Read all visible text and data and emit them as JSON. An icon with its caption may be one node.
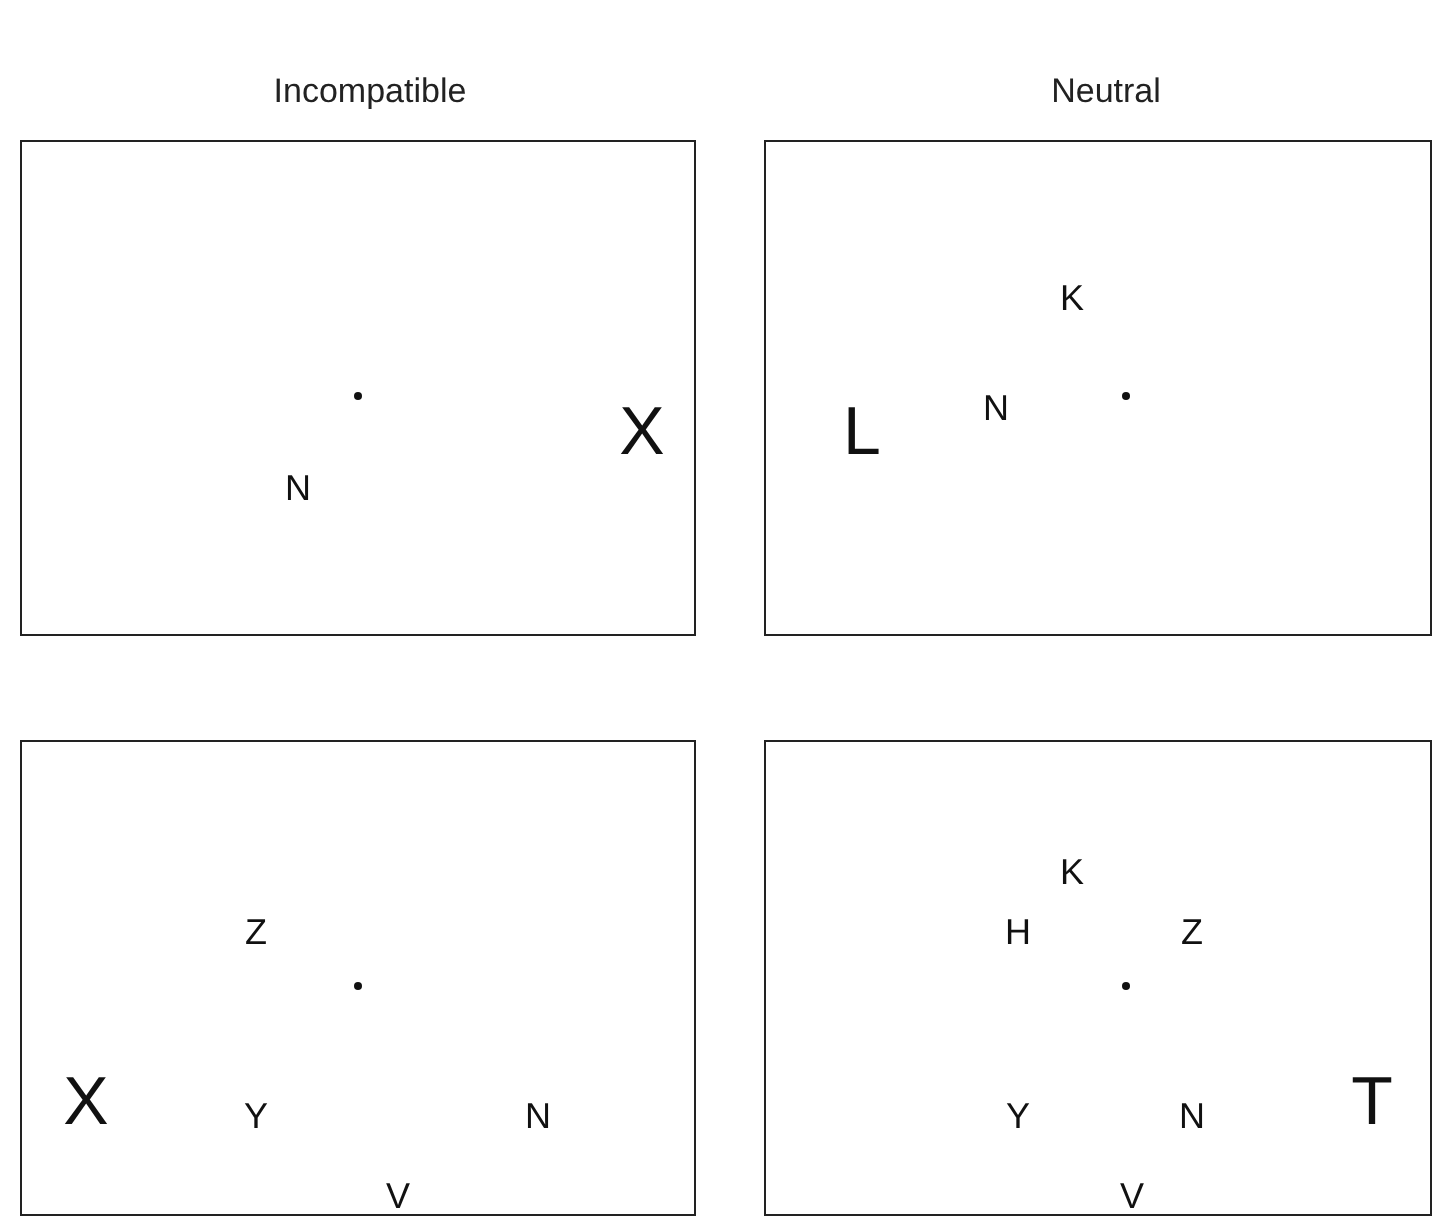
{
  "diagram": {
    "nodes": [
      {
        "text": [
          "N",
          "X"
        ]
      },
      {
        "text": [
          "K",
          "L",
          "N"
        ]
      },
      {
        "text": [
          "Z",
          "X",
          "Y",
          "N",
          "V"
        ]
      },
      {
        "text": [
          "K",
          "H",
          "Z",
          "T",
          "Y",
          "N",
          "V"
        ]
      }
    ],
    "labels": [
      "Incompatible",
      "Neutral"
    ]
  }
}
